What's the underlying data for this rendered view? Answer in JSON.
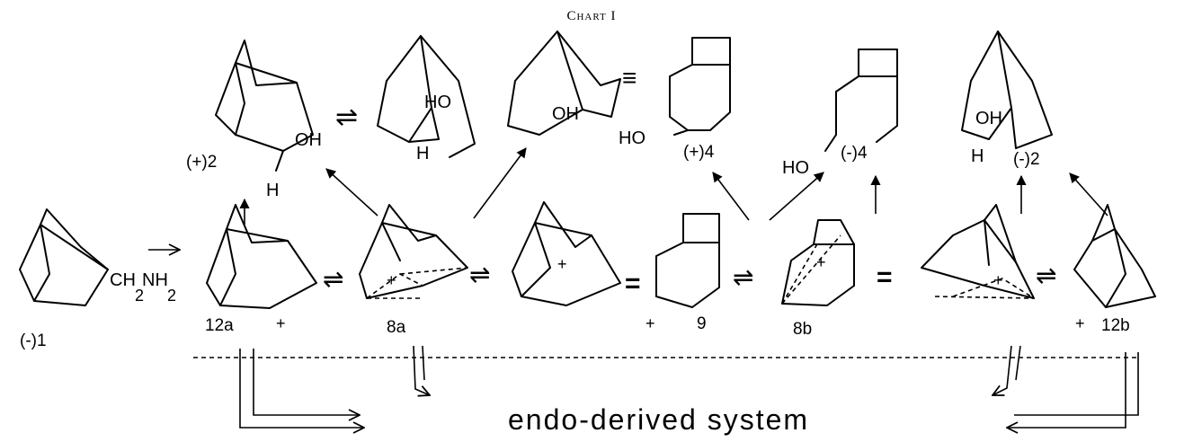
{
  "chart_title": "Chart I",
  "labels": {
    "amine": "(-)1",
    "plus2": "(+)2",
    "plus4": "(+)4",
    "minus4": "(-)4",
    "minus2": "(-)2",
    "c12a": "12a",
    "c8a": "8a",
    "c9": "9",
    "c8b": "8b",
    "c12b": "12b"
  },
  "atoms": {
    "oh": "OH",
    "ho": "HO",
    "h": "H",
    "ch2": "CH",
    "nh2": "NH",
    "sub2": "2",
    "plus": "+"
  },
  "symbols": {
    "equilibrium": "⇌",
    "identical": "≡",
    "equals": "="
  },
  "footer": "endo-derived system"
}
